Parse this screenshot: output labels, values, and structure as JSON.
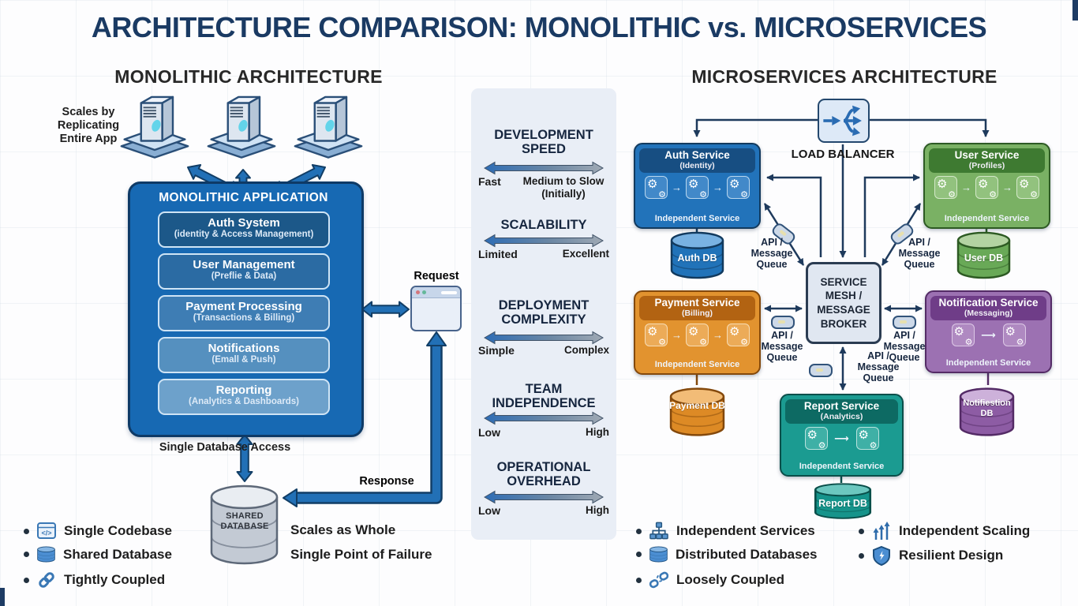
{
  "title": "ARCHITECTURE COMPARISON: MONOLITHIC vs. MICROSERVICES",
  "palette": {
    "title_navy": "#1a3a63",
    "arrow_blue": "#2270b6",
    "connector_navy": "#1e3a5c",
    "mono_blue": "#1769b3",
    "auth_blue": "#2273ba",
    "user_green": "#7ab164",
    "payment_orange": "#e2932f",
    "notification_purple": "#9c71b2",
    "report_teal": "#1b9b91",
    "panel_gray": "#e9eef6"
  },
  "monolithic": {
    "heading": "MONOLITHIC ARCHITECTURE",
    "scales_note": "Scales by Replicating Entire App",
    "app_title": "MONOLITHIC APPLICATION",
    "layers": [
      {
        "name": "Auth System",
        "detail": "(identity & Access Management)",
        "color": "#1c5889"
      },
      {
        "name": "User Management",
        "detail": "(Preflie & Data)",
        "color": "#2b6ba3"
      },
      {
        "name": "Payment Processing",
        "detail": "(Transactions & Billing)",
        "color": "#3e7db4"
      },
      {
        "name": "Notifications",
        "detail": "(Emall & Push)",
        "color": "#5590bf"
      },
      {
        "name": "Reporting",
        "detail": "(Analytics & Dashboards)",
        "color": "#6da1cb"
      }
    ],
    "request_label": "Request",
    "response_label": "Response",
    "db_access_label": "Single Database Access",
    "database_label": "SHARED DATABASE",
    "notes": [
      "Scales as Whole",
      "Single Point of Failure"
    ],
    "legend": [
      {
        "icon": "code-window-icon",
        "label": "Single Codebase"
      },
      {
        "icon": "database-icon",
        "label": "Shared Database"
      },
      {
        "icon": "chain-link-icon",
        "label": "Tightly Coupled"
      }
    ]
  },
  "comparison": {
    "metrics": [
      {
        "title": "DEVELOPMENT SPEED",
        "left": "Fast",
        "right": "Medium to Slow (Initially)"
      },
      {
        "title": "SCALABILITY",
        "left": "Limited",
        "right": "Excellent"
      },
      {
        "title": "DEPLOYMENT COMPLEXITY",
        "left": "Simple",
        "right": "Complex"
      },
      {
        "title": "TEAM INDEPENDENCE",
        "left": "Low",
        "right": "High"
      },
      {
        "title": "OPERATIONAL OVERHEAD",
        "left": "Low",
        "right": "High"
      }
    ]
  },
  "microservices": {
    "heading": "MICROSERVICES ARCHITECTURE",
    "load_balancer_label": "LOAD BALANCER",
    "mesh_label": "SERVICE MESH / MESSAGE BROKER",
    "api_queue_label": "API / Message Queue",
    "independent_label": "Independent Service",
    "services": {
      "auth": {
        "name": "Auth Service",
        "detail": "(Identity)",
        "db": "Auth DB",
        "color": "#2273ba"
      },
      "user": {
        "name": "User Service",
        "detail": "(Profiles)",
        "db": "User DB",
        "color": "#7ab164"
      },
      "payment": {
        "name": "Payment Service",
        "detail": "(Billing)",
        "db": "Payment DB",
        "color": "#e2932f"
      },
      "notification": {
        "name": "Notification Service",
        "detail": "(Messaging)",
        "db": "Notifiestion DB",
        "color": "#9c71b2"
      },
      "report": {
        "name": "Report Service",
        "detail": "(Analytics)",
        "db": "Report DB",
        "color": "#1b9b91"
      }
    },
    "legend": [
      {
        "icon": "service-hierarchy-icon",
        "label": "Independent Services"
      },
      {
        "icon": "database-icon",
        "label": "Distributed Databases"
      },
      {
        "icon": "broken-chain-icon",
        "label": "Loosely Coupled"
      }
    ],
    "legend2": [
      {
        "icon": "scaling-arrows-icon",
        "label": "Independent Scaling"
      },
      {
        "icon": "shield-icon",
        "label": "Resilient Design"
      }
    ]
  }
}
